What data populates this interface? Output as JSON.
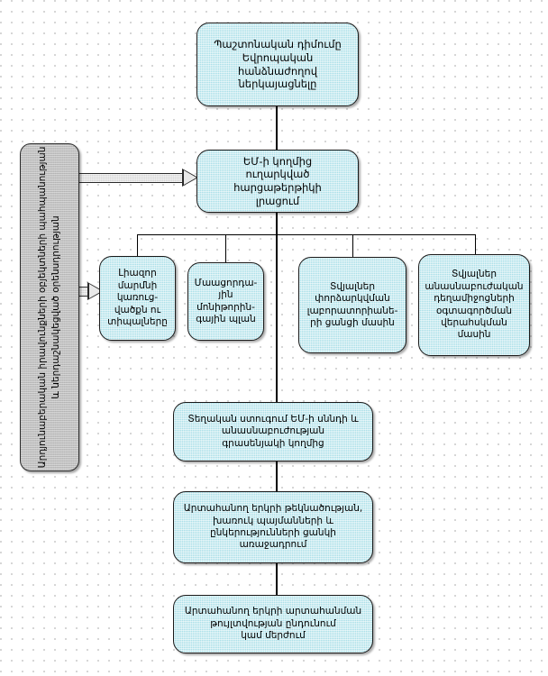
{
  "diagram": {
    "title": "Export authorisation procedure flowchart",
    "colors": {
      "node_fill": "#a9dfe8",
      "node_border": "#1a1a1a",
      "side_fill": "#bdbdbd",
      "connector": "#000000",
      "arrow_fill": "#e3e3e3",
      "canvas": "#ffffff"
    },
    "side_label": {
      "name": "vertical-scope-label",
      "text": "Արդյունաբերական իրավունքների օբյեկտների պահպանության և ներդաշնակեցված օրենսդրության"
    },
    "nodes": [
      {
        "id": "n1",
        "name": "node-official-application",
        "text": "Պաշտոնական դիմումը\nԵվրոպական\nհանձնաժողով\nներկայացնելը"
      },
      {
        "id": "n2",
        "name": "node-questionnaire",
        "text": "ԵՄ-ի կողմից\nուղարկված հարցաթերթիկի\nլրացում"
      },
      {
        "id": "n3",
        "name": "node-authority-structure",
        "text": "Լիազոր\nմարմնի\nկառուց-\nվածքն ու\nտիպալները"
      },
      {
        "id": "n4",
        "name": "node-residue-monitoring-plan",
        "text": "Մաացորդա-\nյին\nմոնիթորին-\nգային պլան"
      },
      {
        "id": "n5",
        "name": "node-laboratory-network-data",
        "text": "Տվյալներ\nփորձարկվման\nլաբորատորիանե-\nրի ցանցի մասին"
      },
      {
        "id": "n6",
        "name": "node-veterinary-medicine-control-data",
        "text": "Տվյալներ\nանասնաբուժական\nդեղամիջոցների\nօգտագործման\nվերահսկման մասին"
      },
      {
        "id": "n7",
        "name": "node-on-site-inspection",
        "text": "Տեղական ստուգում ԵՄ-ի սննդի և\nանասնաբուժության\nգրասենյակի կողմից"
      },
      {
        "id": "n8",
        "name": "node-candidacy-proposal",
        "text": "Արտահանող երկրի թեկնածության,\nխառուկ պայմանների և\nընկերությունների ցանկի առաջադրում"
      },
      {
        "id": "n9",
        "name": "node-final-decision",
        "text": "Արտահանող երկրի արտահանման\nթույլտվության ընդունում\nկամ մերժում"
      }
    ],
    "connectors": [
      {
        "name": "connector-n1-to-n2",
        "type": "vertical"
      },
      {
        "name": "connector-side-arrow-upper",
        "type": "block-arrow-right"
      },
      {
        "name": "connector-side-arrow-lower",
        "type": "block-arrow-right"
      },
      {
        "name": "connector-n2-branch-bus",
        "type": "horizontal-bus"
      },
      {
        "name": "connector-n2-to-n7",
        "type": "vertical"
      },
      {
        "name": "connector-n7-to-n8",
        "type": "vertical"
      },
      {
        "name": "connector-n8-to-n9",
        "type": "vertical"
      }
    ]
  }
}
